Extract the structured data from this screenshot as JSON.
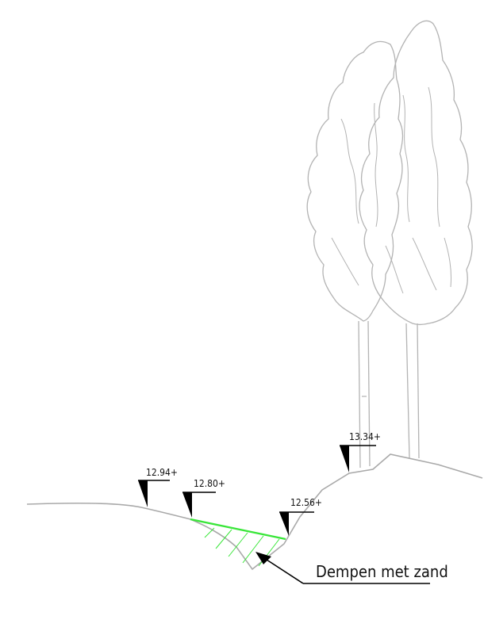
{
  "elevation_markers": [
    {
      "id": "m1",
      "value": "12.94+"
    },
    {
      "id": "m2",
      "value": "12.80+"
    },
    {
      "id": "m3",
      "value": "12.56+"
    },
    {
      "id": "m4",
      "value": "13.34+"
    }
  ],
  "annotation": {
    "text": "Dempen met zand"
  },
  "colors": {
    "ground_line": "#a9a9a9",
    "fill_line": "#39e639",
    "marker": "#000000",
    "tree_outline": "#b3b3b3",
    "text": "#111111"
  },
  "icons": {
    "tree": "tree-icon",
    "marker": "elevation-marker-icon"
  }
}
